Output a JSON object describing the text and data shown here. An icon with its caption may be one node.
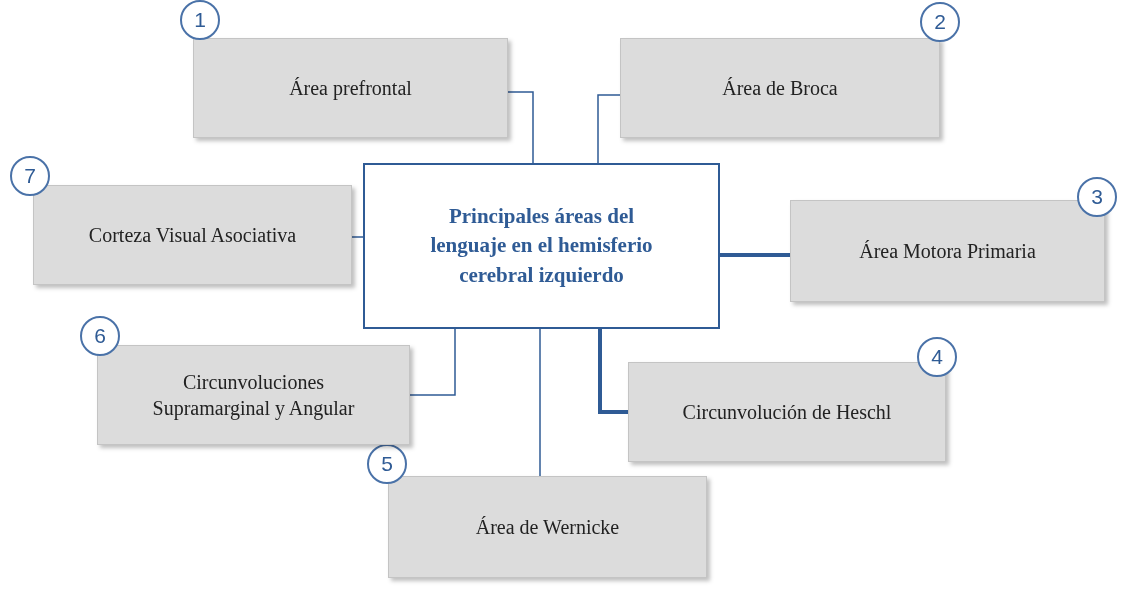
{
  "diagram": {
    "nodes": [
      {
        "text": [
          "Principales áreas del lenguaje en el hemisferio cerebral izquierdo"
        ]
      },
      {
        "text": [
          "Área prefrontal"
        ],
        "beside": [
          "1"
        ]
      },
      {
        "text": [
          "Área de Broca"
        ],
        "beside": [
          "2"
        ]
      },
      {
        "text": [
          "Área Motora Primaria"
        ],
        "beside": [
          "3"
        ]
      },
      {
        "text": [
          "Circunvolución de Heschl"
        ],
        "beside": [
          "4"
        ]
      },
      {
        "text": [
          "Área de Wernicke"
        ],
        "beside": [
          "5"
        ]
      },
      {
        "text": [
          "Circunvoluciones Supramarginal y Angular"
        ],
        "beside": [
          "6"
        ]
      },
      {
        "text": [
          "Corteza Visual Asociativa"
        ],
        "beside": [
          "7"
        ]
      }
    ],
    "edges": [
      {
        "from": 0,
        "to": 1,
        "arrow": "none"
      },
      {
        "from": 0,
        "to": 2,
        "arrow": "none"
      },
      {
        "from": 0,
        "to": 3,
        "arrow": "none",
        "style": "thick"
      },
      {
        "from": 0,
        "to": 4,
        "arrow": "none",
        "style": "thick"
      },
      {
        "from": 0,
        "to": 5,
        "arrow": "none"
      },
      {
        "from": 0,
        "to": 6,
        "arrow": "none"
      },
      {
        "from": 0,
        "to": 7,
        "arrow": "none"
      }
    ]
  }
}
